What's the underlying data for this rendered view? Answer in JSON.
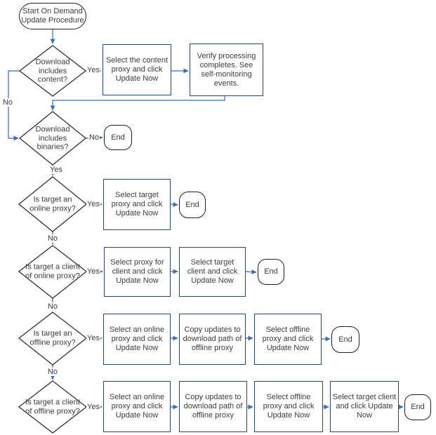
{
  "labels": {
    "yes": "Yes",
    "no": "No"
  },
  "colors": {
    "connector": "#7096cd",
    "arrow": "#3e6cb8",
    "box_border": "#1f497d",
    "diamond_border": "#333333",
    "terminator_border": "#1f1f1f",
    "text": "#3d3d3d"
  },
  "nodes": {
    "start": "Start On Demand Update Procedure",
    "d1": "Download includes content?",
    "p1a": "Select the content proxy and click Update Now",
    "p1b": "Verify processing completes. See self-monitoring events.",
    "d2": "Download includes binaries?",
    "end1": "End",
    "d3": "Is target an online proxy?",
    "p3a": "Select target proxy and click Update Now",
    "end3": "End",
    "d4": "Is target a client of online proxy?",
    "p4a": "Select proxy for client and click Update Now",
    "p4b": "Select target client and click Update Now",
    "end4": "End",
    "d5": "Is target an offline proxy?",
    "p5a": "Select an online proxy and click Update Now",
    "p5b": "Copy updates to download path of offline proxy",
    "p5c": "Select offline proxy and click Update Now",
    "end5": "End",
    "d6": "Is target a client of offline proxy?",
    "p6a": "Select an online proxy and click Update Now",
    "p6b": "Copy updates to download path of offline proxy",
    "p6c": "Select offline proxy and click Update Now",
    "p6d": "Select target client and click Update Now",
    "end6": "End"
  }
}
